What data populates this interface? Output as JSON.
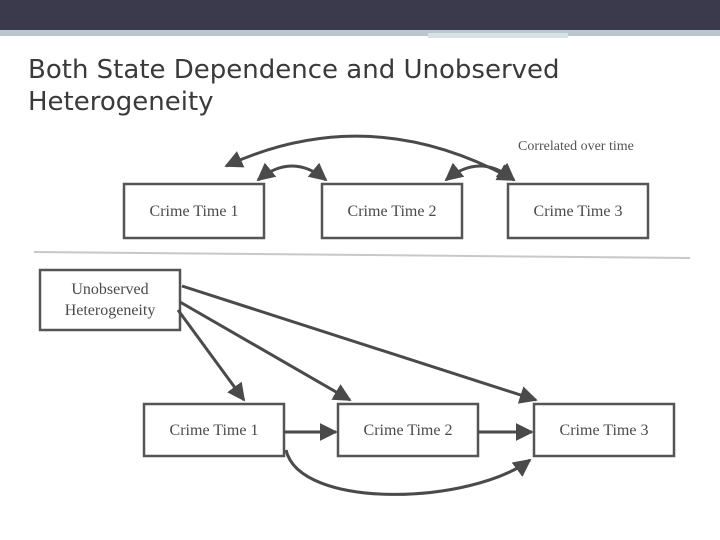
{
  "slide": {
    "title_line1": "Both State Dependence and Unobserved",
    "title_line2": "Heterogeneity"
  },
  "top_diagram": {
    "note": "Correlated over time",
    "boxes": [
      "Crime Time 1",
      "Crime Time 2",
      "Crime Time 3"
    ]
  },
  "bottom_diagram": {
    "source_line1": "Unobserved",
    "source_line2": "Heterogeneity",
    "boxes": [
      "Crime Time 1",
      "Crime Time 2",
      "Crime Time 3"
    ]
  }
}
